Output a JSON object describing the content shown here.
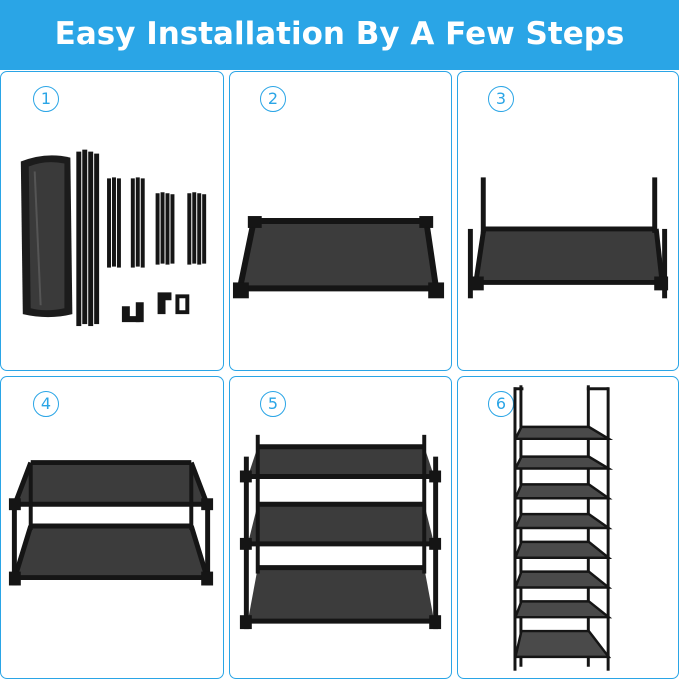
{
  "header": {
    "title": "Easy Installation By A Few Steps"
  },
  "steps": [
    {
      "number": "1",
      "icon": "parts-kit-illustration"
    },
    {
      "number": "2",
      "icon": "single-shelf-frame-illustration"
    },
    {
      "number": "3",
      "icon": "shelf-with-legs-illustration"
    },
    {
      "number": "4",
      "icon": "two-tier-rack-illustration"
    },
    {
      "number": "5",
      "icon": "three-tier-rack-illustration"
    },
    {
      "number": "6",
      "icon": "eight-tier-tower-illustration"
    }
  ],
  "colors": {
    "accent": "#2aa5e6",
    "frame": "#151515",
    "fabric": "#3c3c3c"
  }
}
